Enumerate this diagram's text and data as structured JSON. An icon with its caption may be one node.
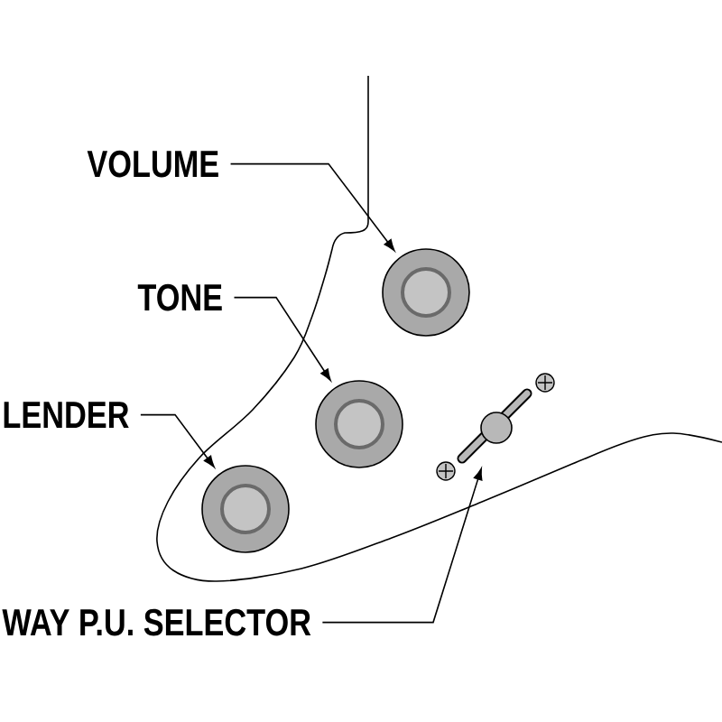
{
  "diagram": {
    "nodes": [
      {
        "text": [
          "VOLUME"
        ]
      },
      {
        "text": [
          "TONE"
        ]
      },
      {
        "text": [
          "LENDER"
        ]
      },
      {
        "text": [
          "WAY P.U. SELECTOR"
        ]
      },
      {
        "text": [],
        "shape": "circle"
      },
      {
        "text": [],
        "shape": "circle"
      },
      {
        "text": [],
        "shape": "circle"
      },
      {
        "text": [],
        "shape": "bar"
      }
    ],
    "edges": [
      {
        "from": 0,
        "to": 4,
        "arrow": "to"
      },
      {
        "from": 1,
        "to": 5,
        "arrow": "to"
      },
      {
        "from": 2,
        "to": 6,
        "arrow": "to"
      },
      {
        "from": 3,
        "to": 7,
        "arrow": "to"
      }
    ]
  }
}
